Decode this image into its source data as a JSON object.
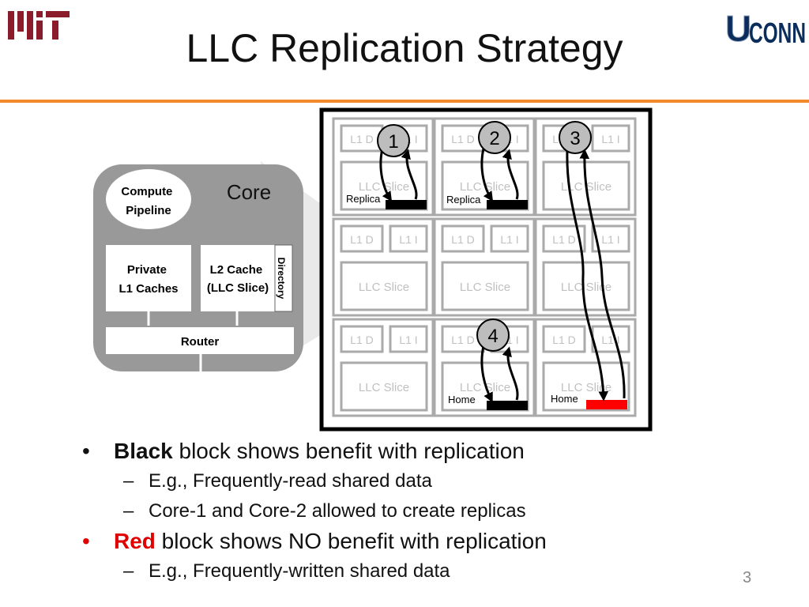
{
  "logos": {
    "left": "MIT",
    "right": "UCONN"
  },
  "title": "LLC Replication Strategy",
  "core_diagram": {
    "compute_pipeline": [
      "Compute",
      "Pipeline"
    ],
    "core_label": "Core",
    "private_caches": [
      "Private",
      "L1 Caches"
    ],
    "l2_cache": [
      "L2 Cache",
      "(LLC Slice)"
    ],
    "directory": "Directory",
    "router": "Router"
  },
  "tile": {
    "l1d": "L1 D",
    "l1i": "L1 I",
    "llc": "LLC Slice"
  },
  "markers": [
    "1",
    "2",
    "3",
    "4"
  ],
  "block_labels": {
    "replica": "Replica",
    "home": "Home"
  },
  "colors": {
    "accent_rule": "#f28a2c",
    "black_block": "#000000",
    "red_block": "#ff0000"
  },
  "bullets": [
    {
      "level": 1,
      "bold": "Black",
      "rest": " block shows benefit with replication",
      "bold_color": "black"
    },
    {
      "level": 2,
      "text": "E.g., Frequently-read shared data"
    },
    {
      "level": 2,
      "text": "Core-1 and Core-2 allowed to create replicas"
    },
    {
      "level": 1,
      "bold": "Red",
      "rest": " block shows NO benefit with replication",
      "bold_color": "red"
    },
    {
      "level": 2,
      "text": "E.g., Frequently-written shared data"
    }
  ],
  "page_number": "3"
}
